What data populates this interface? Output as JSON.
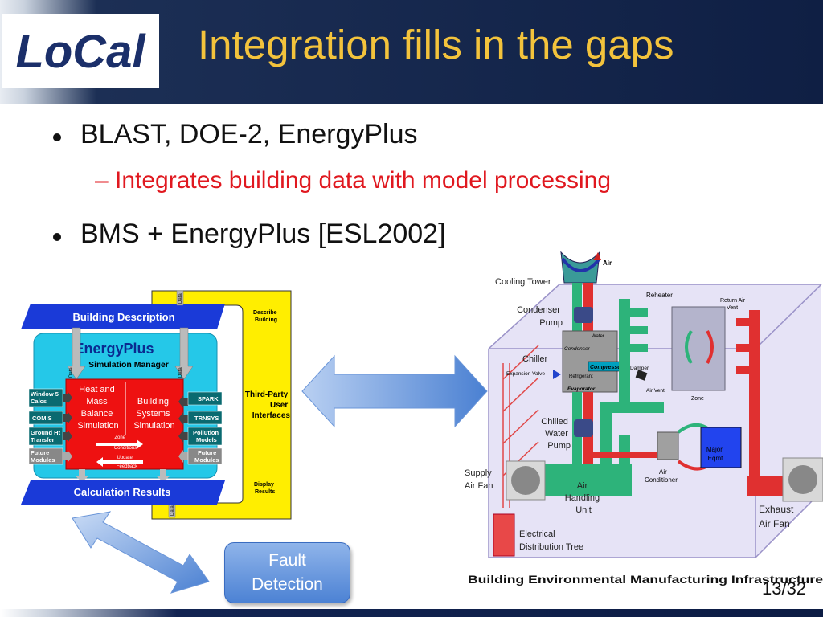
{
  "slide": {
    "logo_text": "LoCal",
    "title": "Integration fills in the gaps",
    "bullets": [
      {
        "text": "BLAST, DOE-2, EnergyPlus"
      },
      {
        "text": "– Integrates building data with model processing",
        "color": "#e0181f"
      },
      {
        "text": "BMS + EnergyPlus [ESL2002]"
      }
    ],
    "page_number": "13/32",
    "colors": {
      "title": "#f3c33c",
      "header_bg": "#0f1f44",
      "sub_bullet": "#e0181f"
    }
  },
  "energyplus_diagram": {
    "building_description": "Building Description",
    "calculation_results": "Calculation Results",
    "energyplus": "EnergyPlus",
    "simulation_manager": "Simulation Manager",
    "heat_mass_lines": [
      "Heat and",
      "Mass",
      "Balance",
      "Simulation"
    ],
    "building_systems_lines": [
      "Building",
      "Systems",
      "Simulation"
    ],
    "zone_conditions": [
      "Zone",
      "Conditions"
    ],
    "update_feedback": [
      "Update",
      "Feedback"
    ],
    "data_label": "Data",
    "left_modules": [
      [
        "Window 5",
        "Calcs"
      ],
      [
        "COMIS"
      ],
      [
        "Ground Ht",
        "Transfer"
      ],
      [
        "Future",
        "Modules"
      ]
    ],
    "right_modules": [
      [
        "SPARK"
      ],
      [
        "TRNSYS"
      ],
      [
        "Pollution",
        "Models"
      ],
      [
        "Future",
        "Modules"
      ]
    ],
    "describe_building": [
      "Describe",
      "Building"
    ],
    "third_party": [
      "Third-Party",
      "User",
      "Interfaces"
    ],
    "display_results": [
      "Display",
      "Results"
    ]
  },
  "building_diagram": {
    "caption": "Building Environmental Manufacturing Infrastructure",
    "labels": {
      "cooling_tower": "Cooling Tower",
      "air": "Air",
      "condenser_pump": [
        "Condenser",
        "Pump"
      ],
      "water": "Water",
      "condenser": "Condenser",
      "chiller": "Chiller",
      "expansion_valve": "Expansion Valve",
      "compressor": "Compressor",
      "refrigerant": "Refrigerant",
      "evaporator": "Evaporator",
      "reheater": "Reheater",
      "return_air_vent": [
        "Return Air",
        "Vent"
      ],
      "damper": "Damper",
      "air_vent": "Air Vent",
      "zone": "Zone",
      "chilled_water_pump": [
        "Chilled",
        "Water",
        "Pump"
      ],
      "supply_air_fan": [
        "Supply",
        "Air Fan"
      ],
      "air_handling_unit": [
        "Air",
        "Handling",
        "Unit"
      ],
      "air_conditioner": [
        "Air",
        "Conditioner"
      ],
      "major_eqmt": [
        "Major",
        "Eqmt"
      ],
      "exhaust_air_fan": [
        "Exhaust",
        "Air Fan"
      ],
      "electrical_distribution_tree": [
        "Electrical",
        "Distribution Tree"
      ]
    }
  },
  "fault_detection": {
    "lines": [
      "Fault",
      "Detection"
    ]
  }
}
